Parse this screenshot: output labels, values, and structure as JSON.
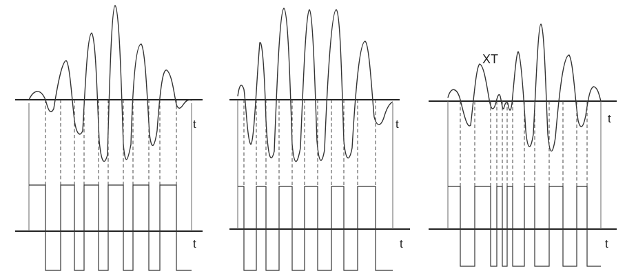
{
  "panels": [
    {
      "id": "panel-1",
      "upper_time_label": "t",
      "lower_time_label": "t",
      "annotation": ""
    },
    {
      "id": "panel-2",
      "upper_time_label": "t",
      "lower_time_label": "t",
      "annotation": ""
    },
    {
      "id": "panel-3",
      "upper_time_label": "t",
      "lower_time_label": "t",
      "annotation": "XT"
    }
  ]
}
